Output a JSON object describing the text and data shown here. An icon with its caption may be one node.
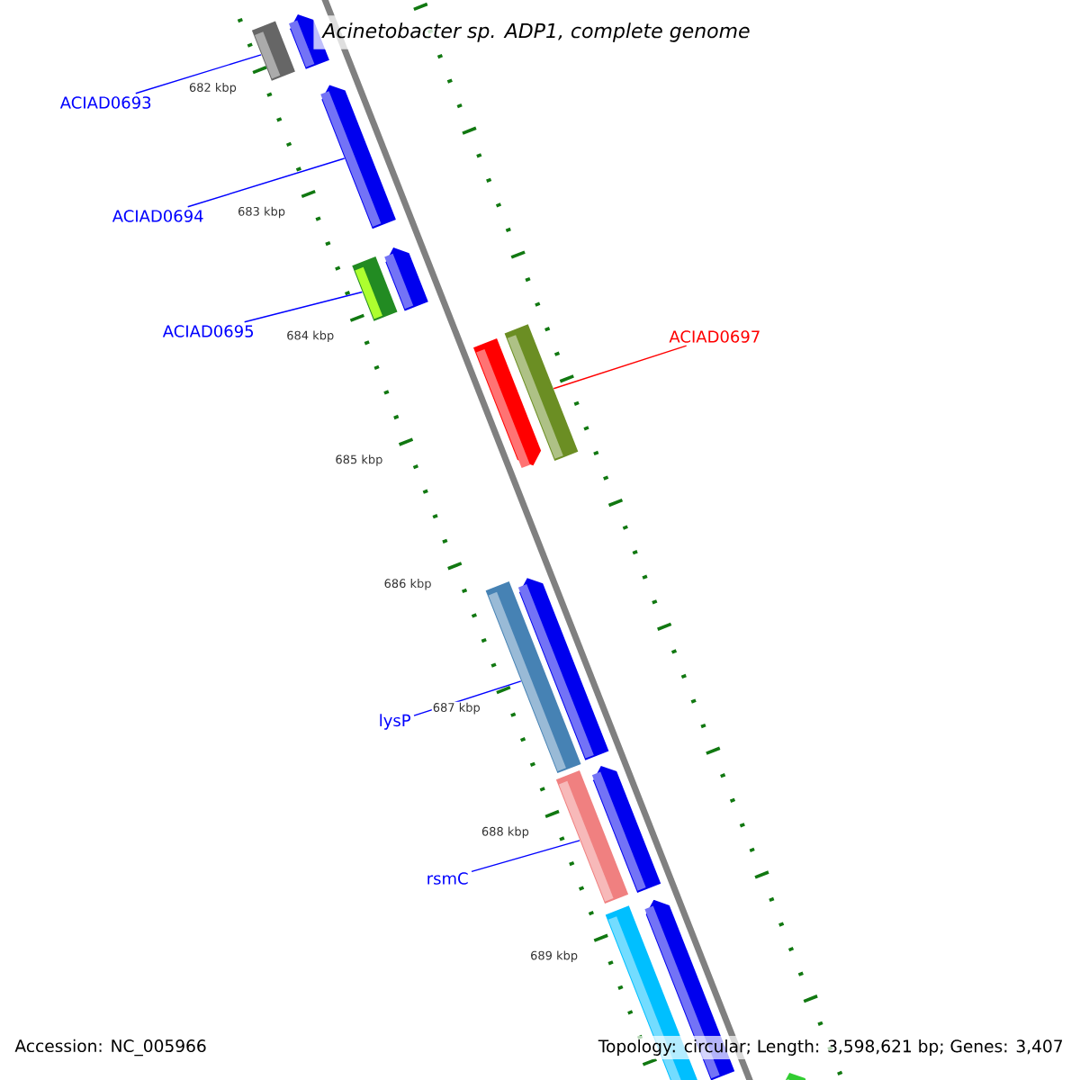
{
  "diagram": {
    "title": "Acinetobacter sp. ADP1, complete genome",
    "nodes": [
      {
        "text": [
          "ACIAD0693"
        ]
      },
      {
        "text": [],
        "shape": "bar"
      },
      {
        "text": [
          "ACIAD0694"
        ]
      },
      {
        "text": [],
        "shape": "bar"
      },
      {
        "text": [
          "ACIAD0695"
        ]
      },
      {
        "text": [],
        "shape": "bar"
      },
      {
        "text": [
          "ACIAD0697"
        ]
      },
      {
        "text": [],
        "shape": "bar"
      },
      {
        "text": [
          "lysP"
        ]
      },
      {
        "text": [],
        "shape": "bar"
      },
      {
        "text": [
          "rsmC"
        ]
      },
      {
        "text": [],
        "shape": "bar"
      }
    ],
    "edges": [
      {
        "from": 0,
        "to": 1,
        "arrow": "none"
      },
      {
        "from": 2,
        "to": 3,
        "arrow": "none"
      },
      {
        "from": 4,
        "to": 5,
        "arrow": "none"
      },
      {
        "from": 6,
        "to": 7,
        "arrow": "none",
        "color": "#ff0000"
      },
      {
        "from": 8,
        "to": 9,
        "arrow": "none"
      },
      {
        "from": 10,
        "to": 11,
        "arrow": "none"
      }
    ],
    "labels": [
      "682 kbp",
      "683 kbp",
      "684 kbp",
      "685 kbp",
      "686 kbp",
      "687 kbp",
      "688 kbp",
      "689 kbp",
      "Accession: NC_005966",
      "Topology: circular; Length: 3,598,621 bp; Genes: 3,407"
    ]
  }
}
